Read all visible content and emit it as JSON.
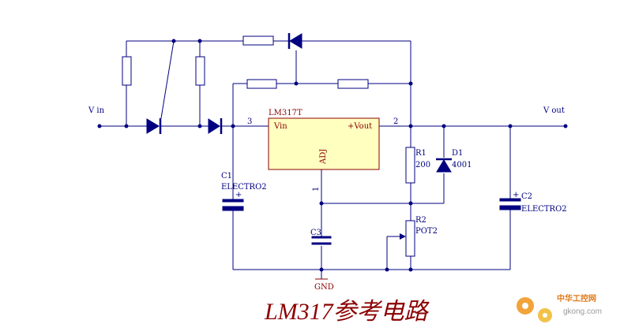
{
  "labels": {
    "vin": "V in",
    "vout": "V out",
    "ic_name": "LM317T",
    "ic_vin": "Vin",
    "ic_vout": "+Vout",
    "ic_adj": "ADJ",
    "pin3": "3",
    "pin2": "2",
    "pin1": "1",
    "c1_name": "C1",
    "c1_type": "ELECTRO2",
    "c2_name": "C2",
    "c2_type": "ELECTRO2",
    "c3_name": "C3",
    "r1_name": "R1",
    "r1_value": "200",
    "r2_name": "R2",
    "r2_type": "POT2",
    "d1_name": "D1",
    "d1_type": "4001",
    "gnd": "GND",
    "plus": "+"
  },
  "title": "LM317参考电路",
  "watermark": {
    "line1": "中华工控网",
    "line2": "gkong.com"
  },
  "colors": {
    "wire": "#000080",
    "ic_fill": "#ffffc0",
    "ic_border": "#8b0000",
    "component": "#000080",
    "title": "#8b0000",
    "watermark": "#e07a1a"
  }
}
